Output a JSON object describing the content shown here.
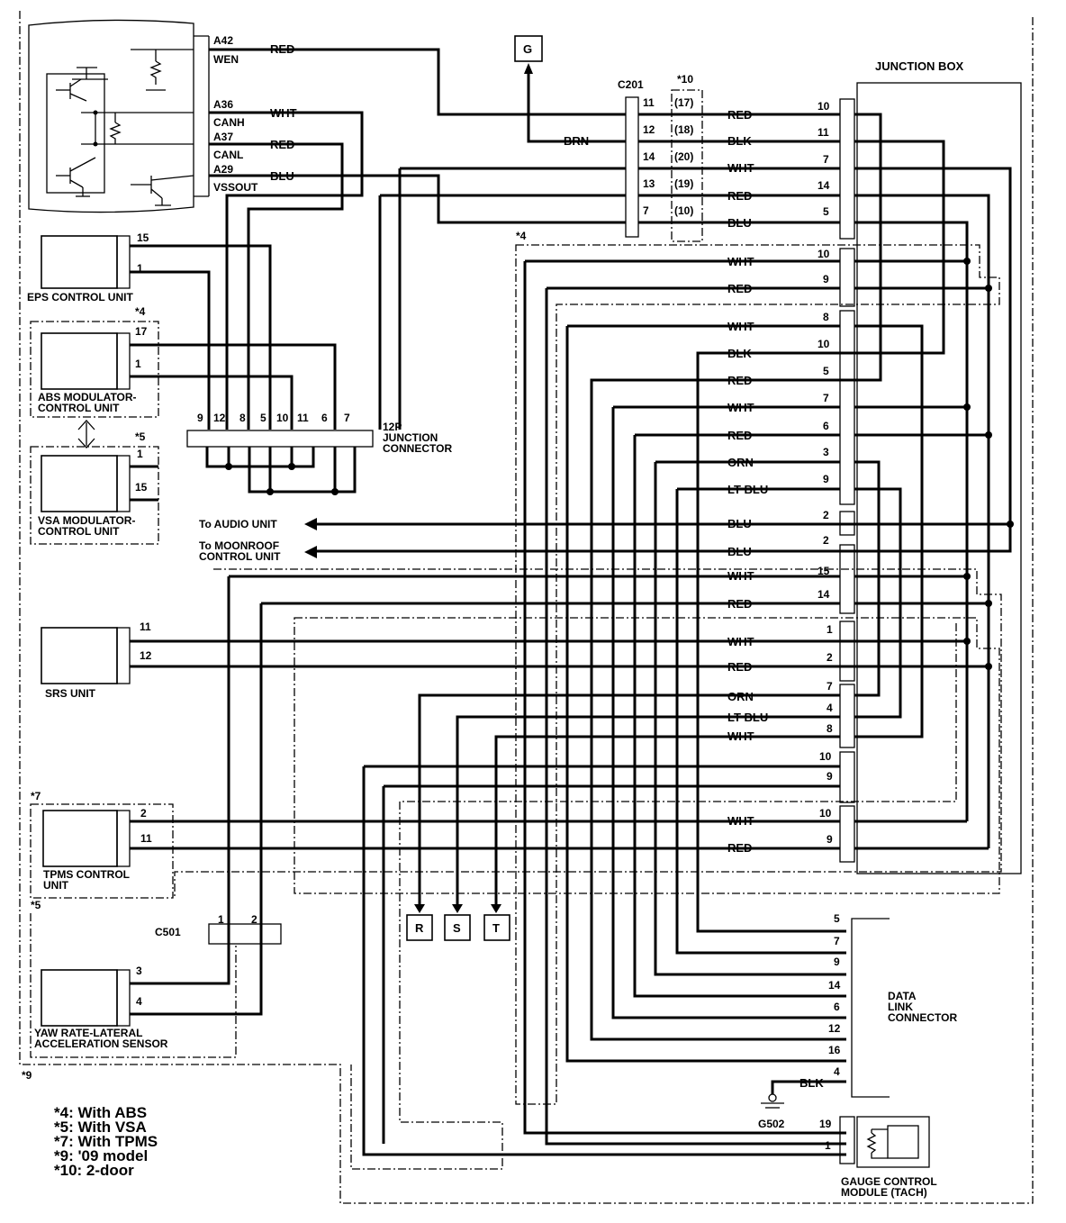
{
  "ecm": {
    "pins": [
      {
        "id": "A42",
        "name": "WEN",
        "color": "RED"
      },
      {
        "id": "A36",
        "name": "CANH",
        "color": "WHT"
      },
      {
        "id": "A37",
        "name": "CANL",
        "color": "RED"
      },
      {
        "id": "A29",
        "name": "VSSOUT",
        "color": "BLU"
      }
    ]
  },
  "ground_g": "G",
  "c201": {
    "label": "C201",
    "note": "*10",
    "brn": "BRN",
    "rows": [
      {
        "pin": "11",
        "alt": "(17)",
        "color": "RED",
        "jb": "10"
      },
      {
        "pin": "12",
        "alt": "(18)",
        "color": "BLK",
        "jb": "11"
      },
      {
        "pin": "14",
        "alt": "(20)",
        "color": "WHT",
        "jb": "7"
      },
      {
        "pin": "13",
        "alt": "(19)",
        "color": "RED",
        "jb": "14"
      },
      {
        "pin": "7",
        "alt": "(10)",
        "color": "BLU",
        "jb": "5"
      }
    ]
  },
  "junction_box": {
    "label": "JUNCTION BOX"
  },
  "units": {
    "eps": {
      "label": "EPS CONTROL UNIT",
      "pin_a": "15",
      "pin_b": "1"
    },
    "abs": {
      "label1": "ABS MODULATOR-",
      "label2": "CONTROL UNIT",
      "note": "*4",
      "pin_a": "17",
      "pin_b": "1"
    },
    "vsa": {
      "label1": "VSA MODULATOR-",
      "label2": "CONTROL UNIT",
      "note": "*5",
      "pin_a": "1",
      "pin_b": "15"
    },
    "srs": {
      "label": "SRS UNIT",
      "pin_a": "11",
      "pin_b": "12"
    },
    "tpms": {
      "label1": "TPMS CONTROL",
      "label2": "UNIT",
      "note": "*7",
      "pin_a": "2",
      "pin_b": "11"
    },
    "yaw": {
      "label1": "YAW RATE-LATERAL",
      "label2": "ACCELERATION SENSOR",
      "note": "*5",
      "pin_a": "3",
      "pin_b": "4"
    }
  },
  "jc12p": {
    "label1": "12P",
    "label2": "JUNCTION",
    "label3": "CONNECTOR",
    "pins": [
      "9",
      "12",
      "8",
      "5",
      "10",
      "11",
      "6",
      "7"
    ]
  },
  "right_rows": [
    {
      "color": "WHT",
      "jb": "10"
    },
    {
      "color": "RED",
      "jb": "9"
    },
    {
      "color": "WHT",
      "jb": "8"
    },
    {
      "color": "BLK",
      "jb": "10"
    },
    {
      "color": "RED",
      "jb": "5"
    },
    {
      "color": "WHT",
      "jb": "7"
    },
    {
      "color": "RED",
      "jb": "6"
    },
    {
      "color": "ORN",
      "jb": "3"
    },
    {
      "color": "LT BLU",
      "jb": "9"
    },
    {
      "color": "BLU",
      "jb": "2"
    },
    {
      "color": "BLU",
      "jb": "2"
    },
    {
      "color": "WHT",
      "jb": "15"
    },
    {
      "color": "RED",
      "jb": "14"
    },
    {
      "color": "WHT",
      "jb": "1"
    },
    {
      "color": "RED",
      "jb": "2"
    },
    {
      "color": "ORN",
      "jb": "7"
    },
    {
      "color": "LT BLU",
      "jb": "4"
    },
    {
      "color": "WHT",
      "jb": "8"
    },
    {
      "color": "",
      "jb": "10"
    },
    {
      "color": "",
      "jb": "9"
    },
    {
      "color": "WHT",
      "jb": "10"
    },
    {
      "color": "RED",
      "jb": "9"
    }
  ],
  "note_4": "*4",
  "to_audio": "To AUDIO UNIT",
  "to_moonroof1": "To MOONROOF",
  "to_moonroof2": "CONTROL UNIT",
  "c501": {
    "label": "C501",
    "pin_a": "1",
    "pin_b": "2"
  },
  "rst": [
    "R",
    "S",
    "T"
  ],
  "dlc": {
    "label1": "DATA",
    "label2": "LINK",
    "label3": "CONNECTOR",
    "pins": [
      "5",
      "7",
      "9",
      "14",
      "6",
      "12",
      "16",
      "4"
    ]
  },
  "g502": {
    "label": "G502",
    "color": "BLK"
  },
  "gauge": {
    "label1": "GAUGE CONTROL",
    "label2": "MODULE (TACH)",
    "pin_a": "19",
    "pin_b": "1"
  },
  "note_9": "*9",
  "legend": [
    "*4: With ABS",
    "*5: With VSA",
    "*7: With TPMS",
    "*9: '09 model",
    "*10: 2-door"
  ]
}
